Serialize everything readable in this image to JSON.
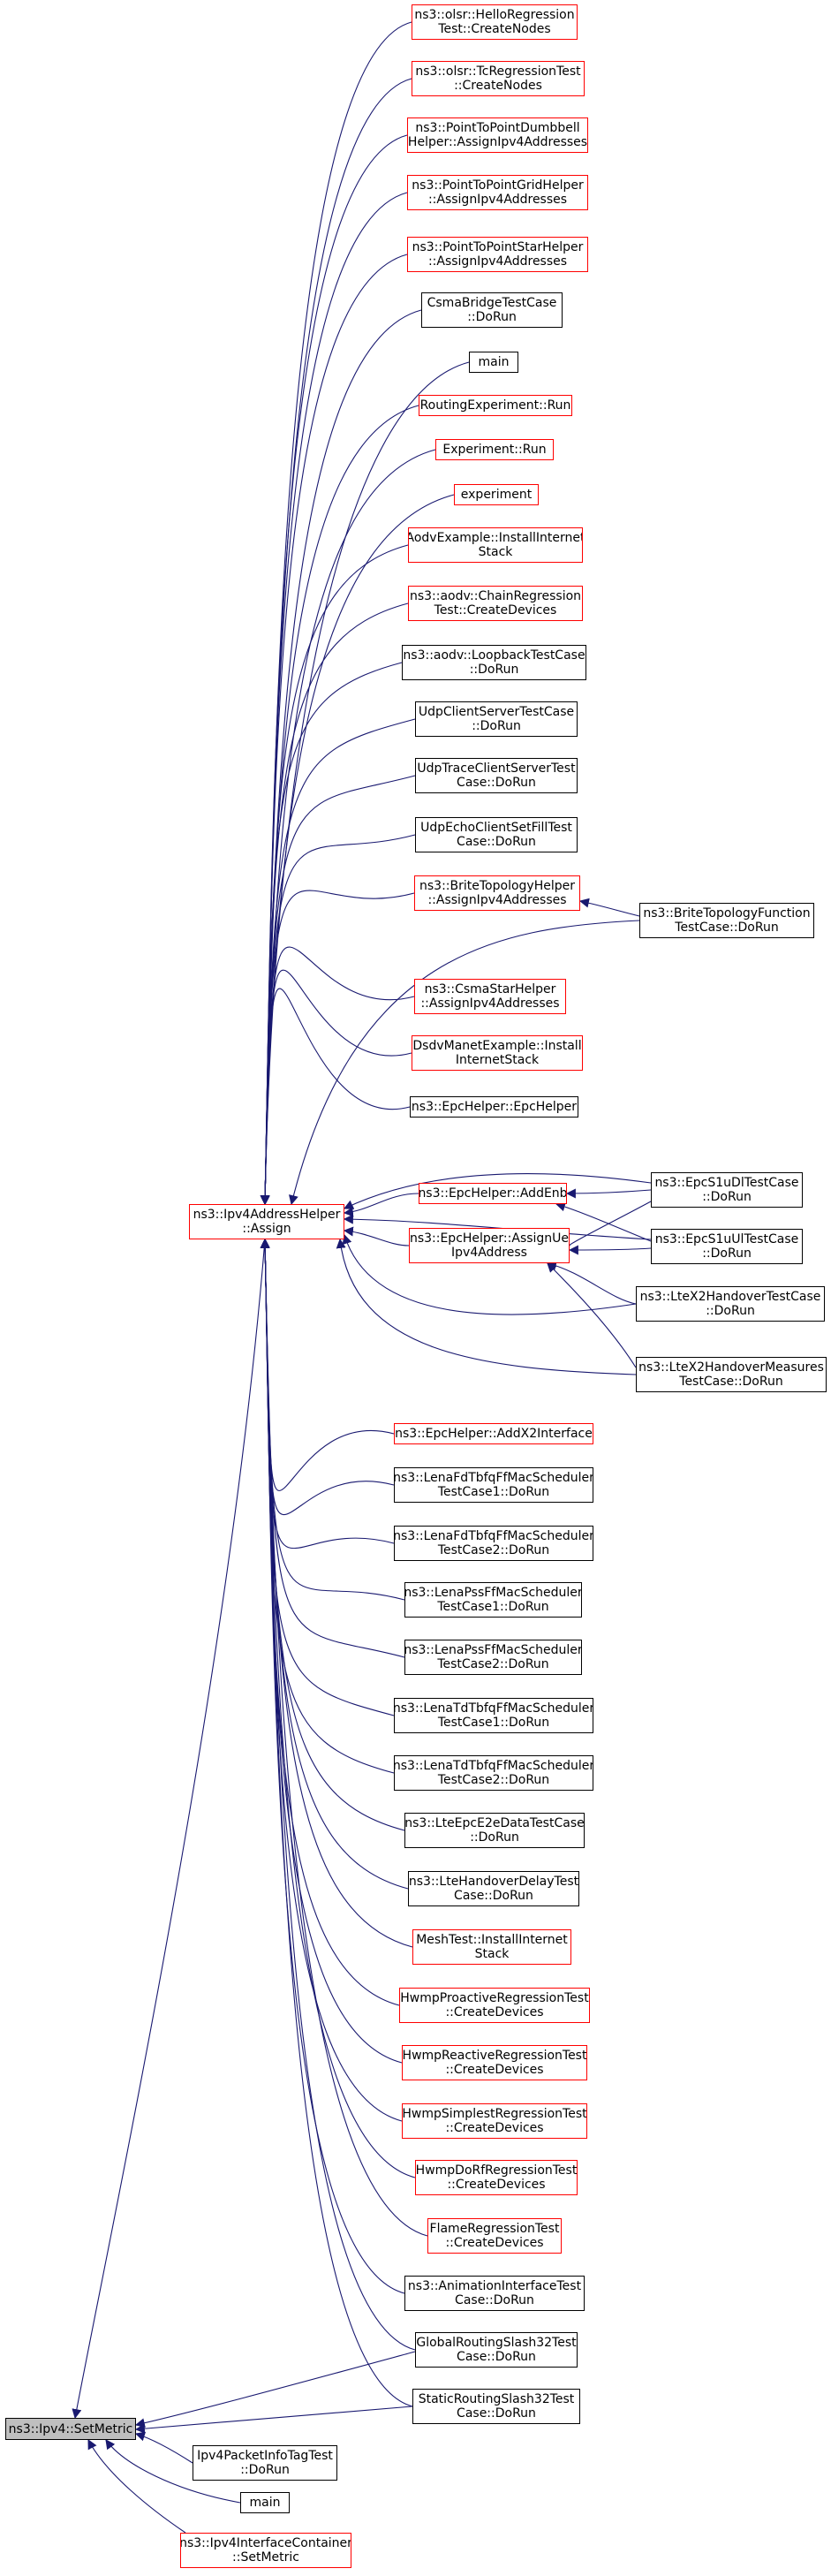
{
  "colors": {
    "edge": "#191970",
    "red_border": "#ff0000",
    "black_border": "#000000",
    "highlight_fill": "#bfbfbf"
  },
  "nodes": {
    "setmetric": {
      "l1": "ns3::Ipv4::SetMetric",
      "l2": ""
    },
    "assign": {
      "l1": "ns3::Ipv4AddressHelper",
      "l2": "::Assign"
    },
    "olsr_hello": {
      "l1": "ns3::olsr::HelloRegression",
      "l2": "Test::CreateNodes"
    },
    "olsr_tc": {
      "l1": "ns3::olsr::TcRegressionTest",
      "l2": "::CreateNodes"
    },
    "p2p_dumbbell": {
      "l1": "ns3::PointToPointDumbbell",
      "l2": "Helper::AssignIpv4Addresses"
    },
    "p2p_grid": {
      "l1": "ns3::PointToPointGridHelper",
      "l2": "::AssignIpv4Addresses"
    },
    "p2p_star": {
      "l1": "ns3::PointToPointStarHelper",
      "l2": "::AssignIpv4Addresses"
    },
    "csma_bridge": {
      "l1": "CsmaBridgeTestCase",
      "l2": "::DoRun"
    },
    "main1": {
      "l1": "main",
      "l2": ""
    },
    "routing_exp": {
      "l1": "RoutingExperiment::Run",
      "l2": ""
    },
    "experiment_run": {
      "l1": "Experiment::Run",
      "l2": ""
    },
    "experiment": {
      "l1": "experiment",
      "l2": ""
    },
    "aodv_example": {
      "l1": "AodvExample::InstallInternet",
      "l2": "Stack"
    },
    "aodv_chain": {
      "l1": "ns3::aodv::ChainRegression",
      "l2": "Test::CreateDevices"
    },
    "aodv_loopback": {
      "l1": "ns3::aodv::LoopbackTestCase",
      "l2": "::DoRun"
    },
    "udp_cs": {
      "l1": "UdpClientServerTestCase",
      "l2": "::DoRun"
    },
    "udp_trace": {
      "l1": "UdpTraceClientServerTest",
      "l2": "Case::DoRun"
    },
    "udp_echo": {
      "l1": "UdpEchoClientSetFillTest",
      "l2": "Case::DoRun"
    },
    "brite_helper": {
      "l1": "ns3::BriteTopologyHelper",
      "l2": "::AssignIpv4Addresses"
    },
    "brite_func": {
      "l1": "ns3::BriteTopologyFunction",
      "l2": "TestCase::DoRun"
    },
    "csma_star": {
      "l1": "ns3::CsmaStarHelper",
      "l2": "::AssignIpv4Addresses"
    },
    "dsdv": {
      "l1": "DsdvManetExample::Install",
      "l2": "InternetStack"
    },
    "epc_helper": {
      "l1": "ns3::EpcHelper::EpcHelper",
      "l2": ""
    },
    "epc_addenb": {
      "l1": "ns3::EpcHelper::AddEnb",
      "l2": ""
    },
    "epc_s1u_dl": {
      "l1": "ns3::EpcS1uDlTestCase",
      "l2": "::DoRun"
    },
    "epc_s1u_ul": {
      "l1": "ns3::EpcS1uUlTestCase",
      "l2": "::DoRun"
    },
    "epc_assignue": {
      "l1": "ns3::EpcHelper::AssignUe",
      "l2": "Ipv4Address"
    },
    "ltex2_handover": {
      "l1": "ns3::LteX2HandoverTestCase",
      "l2": "::DoRun"
    },
    "ltex2_measures": {
      "l1": "ns3::LteX2HandoverMeasures",
      "l2": "TestCase::DoRun"
    },
    "epc_addx2": {
      "l1": "ns3::EpcHelper::AddX2Interface",
      "l2": ""
    },
    "lena_fdtbfq1": {
      "l1": "ns3::LenaFdTbfqFfMacScheduler",
      "l2": "TestCase1::DoRun"
    },
    "lena_fdtbfq2": {
      "l1": "ns3::LenaFdTbfqFfMacScheduler",
      "l2": "TestCase2::DoRun"
    },
    "lena_pss1": {
      "l1": "ns3::LenaPssFfMacScheduler",
      "l2": "TestCase1::DoRun"
    },
    "lena_pss2": {
      "l1": "ns3::LenaPssFfMacScheduler",
      "l2": "TestCase2::DoRun"
    },
    "lena_tdtbfq1": {
      "l1": "ns3::LenaTdTbfqFfMacScheduler",
      "l2": "TestCase1::DoRun"
    },
    "lena_tdtbfq2": {
      "l1": "ns3::LenaTdTbfqFfMacScheduler",
      "l2": "TestCase2::DoRun"
    },
    "lte_epc_e2e": {
      "l1": "ns3::LteEpcE2eDataTestCase",
      "l2": "::DoRun"
    },
    "lte_handover_delay": {
      "l1": "ns3::LteHandoverDelayTest",
      "l2": "Case::DoRun"
    },
    "mesh_test": {
      "l1": "MeshTest::InstallInternet",
      "l2": "Stack"
    },
    "hwmp_proactive": {
      "l1": "HwmpProactiveRegressionTest",
      "l2": "::CreateDevices"
    },
    "hwmp_reactive": {
      "l1": "HwmpReactiveRegressionTest",
      "l2": "::CreateDevices"
    },
    "hwmp_simplest": {
      "l1": "HwmpSimplestRegressionTest",
      "l2": "::CreateDevices"
    },
    "hwmp_dorf": {
      "l1": "HwmpDoRfRegressionTest",
      "l2": "::CreateDevices"
    },
    "flame": {
      "l1": "FlameRegressionTest",
      "l2": "::CreateDevices"
    },
    "animation": {
      "l1": "ns3::AnimationInterfaceTest",
      "l2": "Case::DoRun"
    },
    "global_routing": {
      "l1": "GlobalRoutingSlash32Test",
      "l2": "Case::DoRun"
    },
    "static_routing": {
      "l1": "StaticRoutingSlash32Test",
      "l2": "Case::DoRun"
    },
    "ipv4_packetinfo": {
      "l1": "Ipv4PacketInfoTagTest",
      "l2": "::DoRun"
    },
    "main2": {
      "l1": "main",
      "l2": ""
    },
    "ipv4_iface_container": {
      "l1": "ns3::Ipv4InterfaceContainer",
      "l2": "::SetMetric"
    }
  }
}
